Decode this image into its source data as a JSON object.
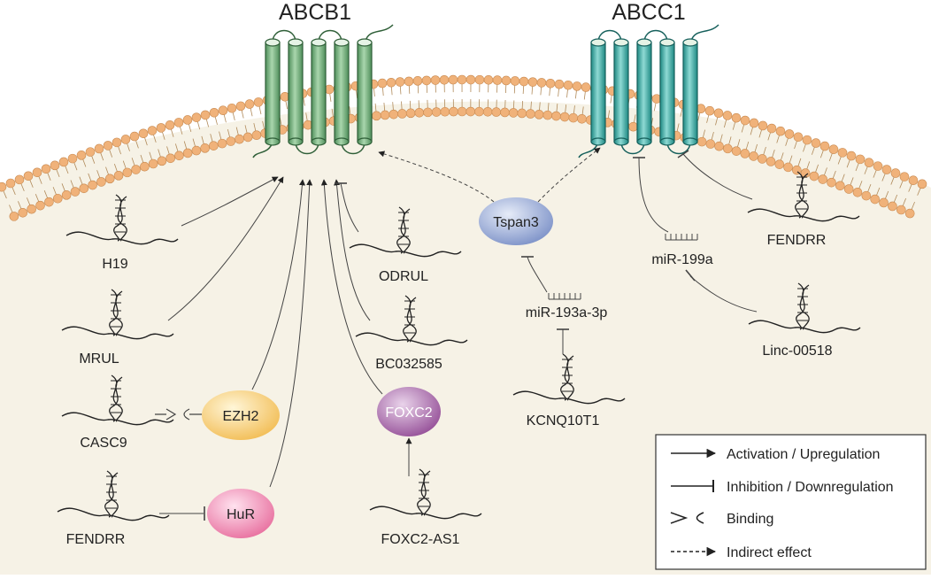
{
  "transporters": {
    "left": "ABCB1",
    "right": "ABCC1"
  },
  "lncrnas": {
    "h19": "H19",
    "mrul": "MRUL",
    "casc9": "CASC9",
    "fendrr_left": "FENDRR",
    "odrul": "ODRUL",
    "bc032585": "BC032585",
    "foxc2_as1": "FOXC2-AS1",
    "kcnq10t1": "KCNQ10T1",
    "fendrr_right": "FENDRR",
    "linc00518": "Linc-00518"
  },
  "proteins": {
    "ezh2": "EZH2",
    "hur": "HuR",
    "foxc2": "FOXC2",
    "tspan3": "Tspan3"
  },
  "mirnas": {
    "mir193": "miR-193a-3p",
    "mir199": "miR-199a"
  },
  "legend": {
    "activation": "Activation / Upregulation",
    "inhibition": "Inhibition / Downregulation",
    "binding": "Binding",
    "indirect": "Indirect effect"
  },
  "colors": {
    "cytoplasm": "#f6f2e6",
    "lipid_head": "#f0b27a",
    "abcb1": "#7fb587",
    "abcc1": "#4fb3ad",
    "ezh2": "#f5c76a",
    "hur": "#ee88b6",
    "foxc2": "#a566a6",
    "tspan3": "#8fa4d4"
  }
}
